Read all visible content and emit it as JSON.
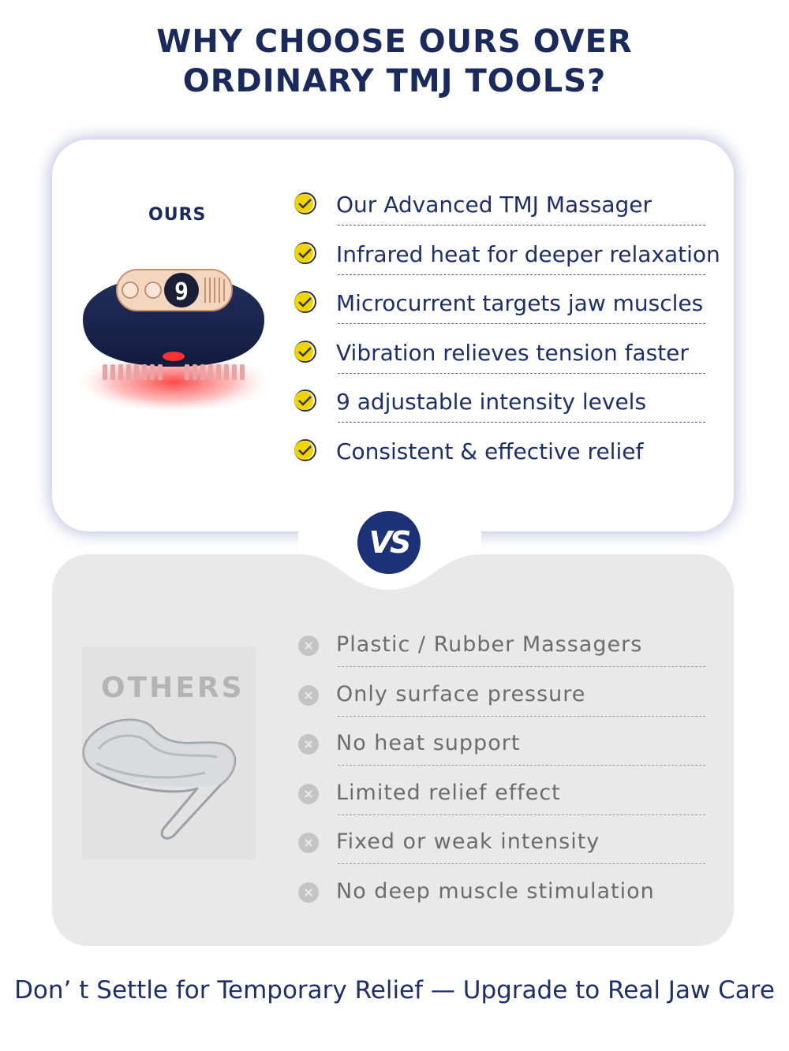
{
  "header": {
    "title_line1": "WHY CHOOSE OURS OVER",
    "title_line2": "ORDINARY TMJ TOOLS?"
  },
  "ours": {
    "label": "OURS",
    "device_display_digit": "9",
    "features": [
      "Our Advanced TMJ Massager",
      "Infrared heat for deeper relaxation",
      "Microcurrent targets jaw muscles",
      "Vibration relieves tension faster",
      "9 adjustable intensity levels",
      "Consistent & effective relief"
    ]
  },
  "vs_badge": "VS",
  "others": {
    "label": "OTHERS",
    "drawbacks": [
      "Plastic / Rubber Massagers",
      "Only surface pressure",
      "No heat support",
      "Limited relief effect",
      "Fixed or weak intensity",
      "No deep muscle stimulation"
    ]
  },
  "footer": "Don’ t Settle for Temporary Relief — Upgrade to Real Jaw Care",
  "colors": {
    "navy": "#1a2a5c",
    "accent_yellow": "#f0d400",
    "others_bg": "#e9e9e9",
    "red_glow": "#ff2a2a"
  }
}
